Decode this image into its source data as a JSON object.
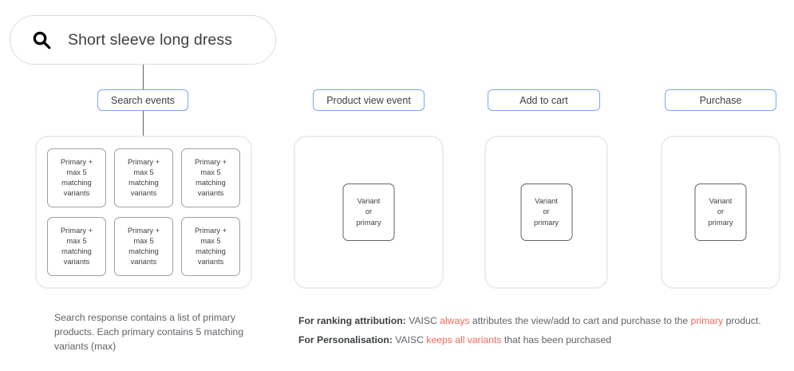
{
  "search": {
    "icon": "search-icon",
    "query": "Short sleeve long dress"
  },
  "colors": {
    "chip_border": "#7ba7f5",
    "panel_border": "#eceded",
    "card_border": "#9aa0a6",
    "center_card_border": "#5f6368",
    "highlight": "#f4695c",
    "text": "#3c4043",
    "muted_text": "#5f6368",
    "connector": "#5f6368"
  },
  "columns": [
    {
      "chip_label": "Search events",
      "type": "grid",
      "cards": [
        "Primary +\nmax 5\nmatching\nvariants",
        "Primary +\nmax 5\nmatching\nvariants",
        "Primary +\nmax 5\nmatching\nvariants",
        "Primary +\nmax 5\nmatching\nvariants",
        "Primary +\nmax 5\nmatching\nvariants",
        "Primary +\nmax 5\nmatching\nvariants"
      ]
    },
    {
      "chip_label": "Product view event",
      "type": "single",
      "card": "Variant\nor\nprimary"
    },
    {
      "chip_label": "Add to cart",
      "type": "single",
      "card": "Variant\nor\nprimary"
    },
    {
      "chip_label": "Purchase",
      "type": "single",
      "card": "Variant\nor\nprimary"
    }
  ],
  "caption_left": "Search response contains a list of primary products. Each primary contains 5 matching variants (max)",
  "notes": [
    {
      "label": "For ranking attribution:",
      "segments": [
        {
          "text": " VAISC ",
          "highlight": false
        },
        {
          "text": "always",
          "highlight": true
        },
        {
          "text": " attributes the view/add to cart and purchase to the ",
          "highlight": false
        },
        {
          "text": "primary",
          "highlight": true
        },
        {
          "text": " product.",
          "highlight": false
        }
      ]
    },
    {
      "label": "For Personalisation:",
      "segments": [
        {
          "text": " VAISC ",
          "highlight": false
        },
        {
          "text": "keeps all variants",
          "highlight": true
        },
        {
          "text": " that has been purchased",
          "highlight": false
        }
      ]
    }
  ]
}
